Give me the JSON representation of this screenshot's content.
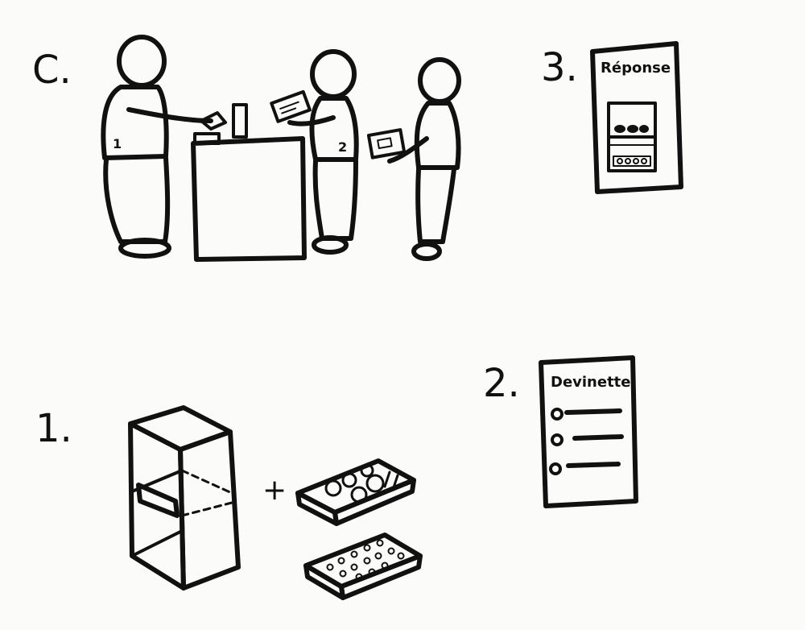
{
  "scene": {
    "label_c": "C.",
    "person_1": "1",
    "person_2": "2"
  },
  "step_3": {
    "number": "3.",
    "card_title": "Réponse"
  },
  "step_1": {
    "number": "1.",
    "plus": "+"
  },
  "step_2": {
    "number": "2.",
    "card_title": "Devinette"
  }
}
